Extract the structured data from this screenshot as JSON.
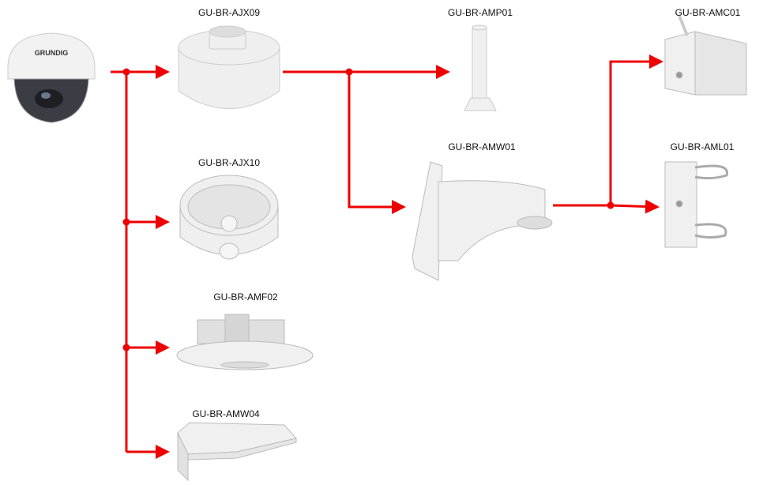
{
  "camera": {
    "brand": "GRUNDIG"
  },
  "products": {
    "ajx09": "GU-BR-AJX09",
    "amp01": "GU-BR-AMP01",
    "amc01": "GU-BR-AMC01",
    "amw01": "GU-BR-AMW01",
    "aml01": "GU-BR-AML01",
    "ajx10": "GU-BR-AJX10",
    "amf02": "GU-BR-AMF02",
    "amw04": "GU-BR-AMW04"
  },
  "colors": {
    "connector": "#ee0000",
    "product": "#e9e9e9",
    "outline": "#c8c8c8"
  }
}
